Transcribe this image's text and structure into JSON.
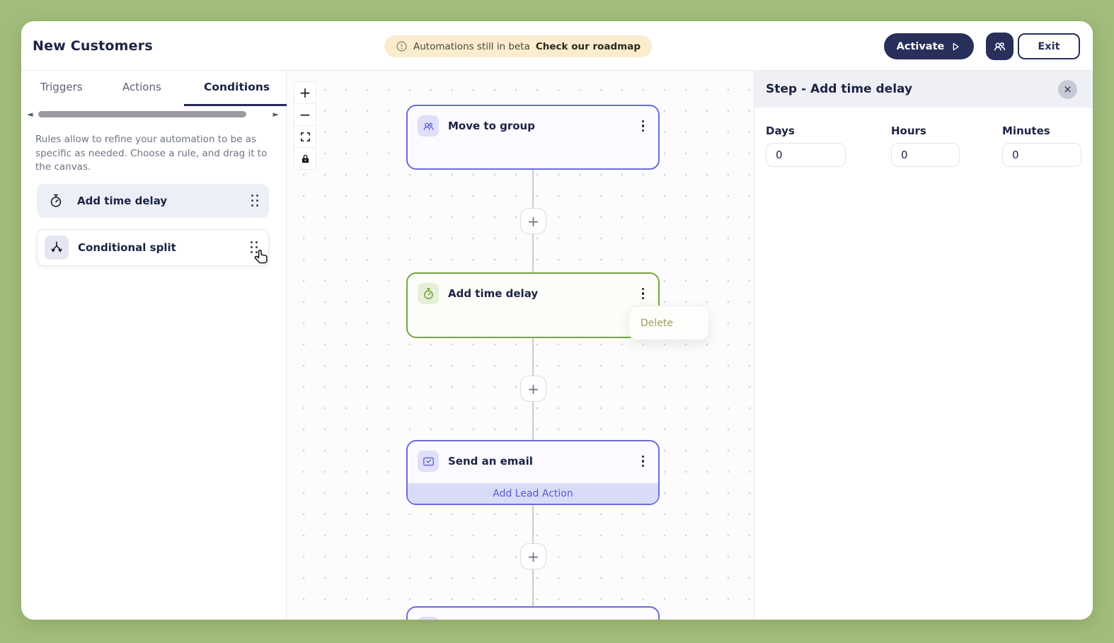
{
  "header": {
    "title": "New Customers",
    "beta_notice": {
      "text": "Automations still in beta",
      "link_text": "Check our roadmap"
    },
    "activate_label": "Activate",
    "exit_label": "Exit"
  },
  "sidebar": {
    "tabs": [
      {
        "label": "Triggers",
        "active": false
      },
      {
        "label": "Actions",
        "active": false
      },
      {
        "label": "Conditions",
        "active": true
      }
    ],
    "description": "Rules allow to refine your automation to be as specific as needed. Choose a rule, and drag it to the canvas.",
    "items": [
      {
        "label": "Add time delay",
        "icon": "stopwatch-icon"
      },
      {
        "label": "Conditional split",
        "icon": "split-icon"
      }
    ]
  },
  "canvas": {
    "controls": [
      {
        "name": "zoom-in",
        "glyph": "+"
      },
      {
        "name": "zoom-out",
        "glyph": "−"
      },
      {
        "name": "fit-view"
      },
      {
        "name": "lock"
      }
    ],
    "nodes": [
      {
        "title": "Move to group",
        "icon": "users-icon",
        "accent": "#6b6cd9"
      },
      {
        "title": "Add time delay",
        "icon": "stopwatch-icon",
        "accent": "#77a43e",
        "state": "selected"
      },
      {
        "title": "Send an email",
        "icon": "email-icon",
        "accent": "#6b6cd9",
        "footer_action": "Add Lead Action"
      },
      {
        "title": "",
        "accent": "#6b6cd9",
        "partial": true
      }
    ],
    "context_menu": {
      "items": [
        "Delete"
      ]
    }
  },
  "panel": {
    "title": "Step - Add time delay",
    "fields": [
      {
        "label": "Days",
        "value": "0"
      },
      {
        "label": "Hours",
        "value": "0"
      },
      {
        "label": "Minutes",
        "value": "0"
      }
    ]
  },
  "colors": {
    "page_background": "#a2bd7b",
    "navy": "#272f5a",
    "purple_accent": "#6b6cd9",
    "green_accent": "#77a43e",
    "beta_pill_bg": "#faeccd"
  }
}
